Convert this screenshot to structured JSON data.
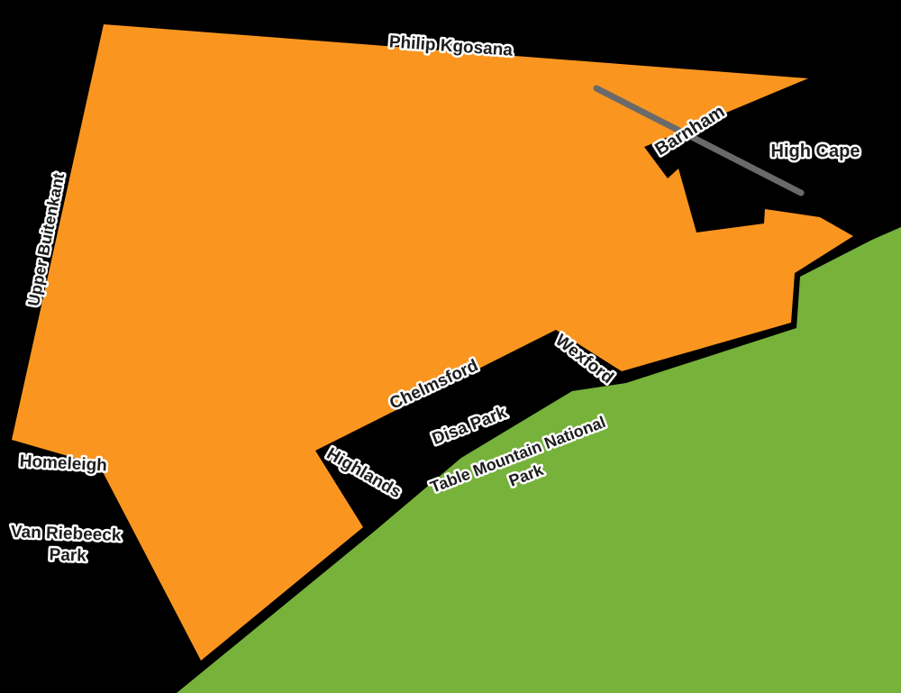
{
  "labels": {
    "philip_kgosana": "Philip Kgosana",
    "upper_buitenkant": "Upper Buitenkant",
    "barnham": "Barnham",
    "high_cape": "High Cape",
    "homeleigh": "Homeleigh",
    "van_riebeeck_line1": "Van Riebeeck",
    "van_riebeeck_line2": "Park",
    "chelmsford": "Chelmsford",
    "wexford": "Wexford",
    "disa_park": "Disa Park",
    "highlands": "Highlands",
    "table_mountain_line1": "Table Mountain National",
    "table_mountain_line2": "Park"
  },
  "theme": {
    "background": "#000000",
    "region-highlight": "#FA9620",
    "region-park-green": "#77B23B",
    "road-gray": "#6A6A6A",
    "label-text": "#1D1D1D",
    "label-halo": "#FFFFFF"
  }
}
